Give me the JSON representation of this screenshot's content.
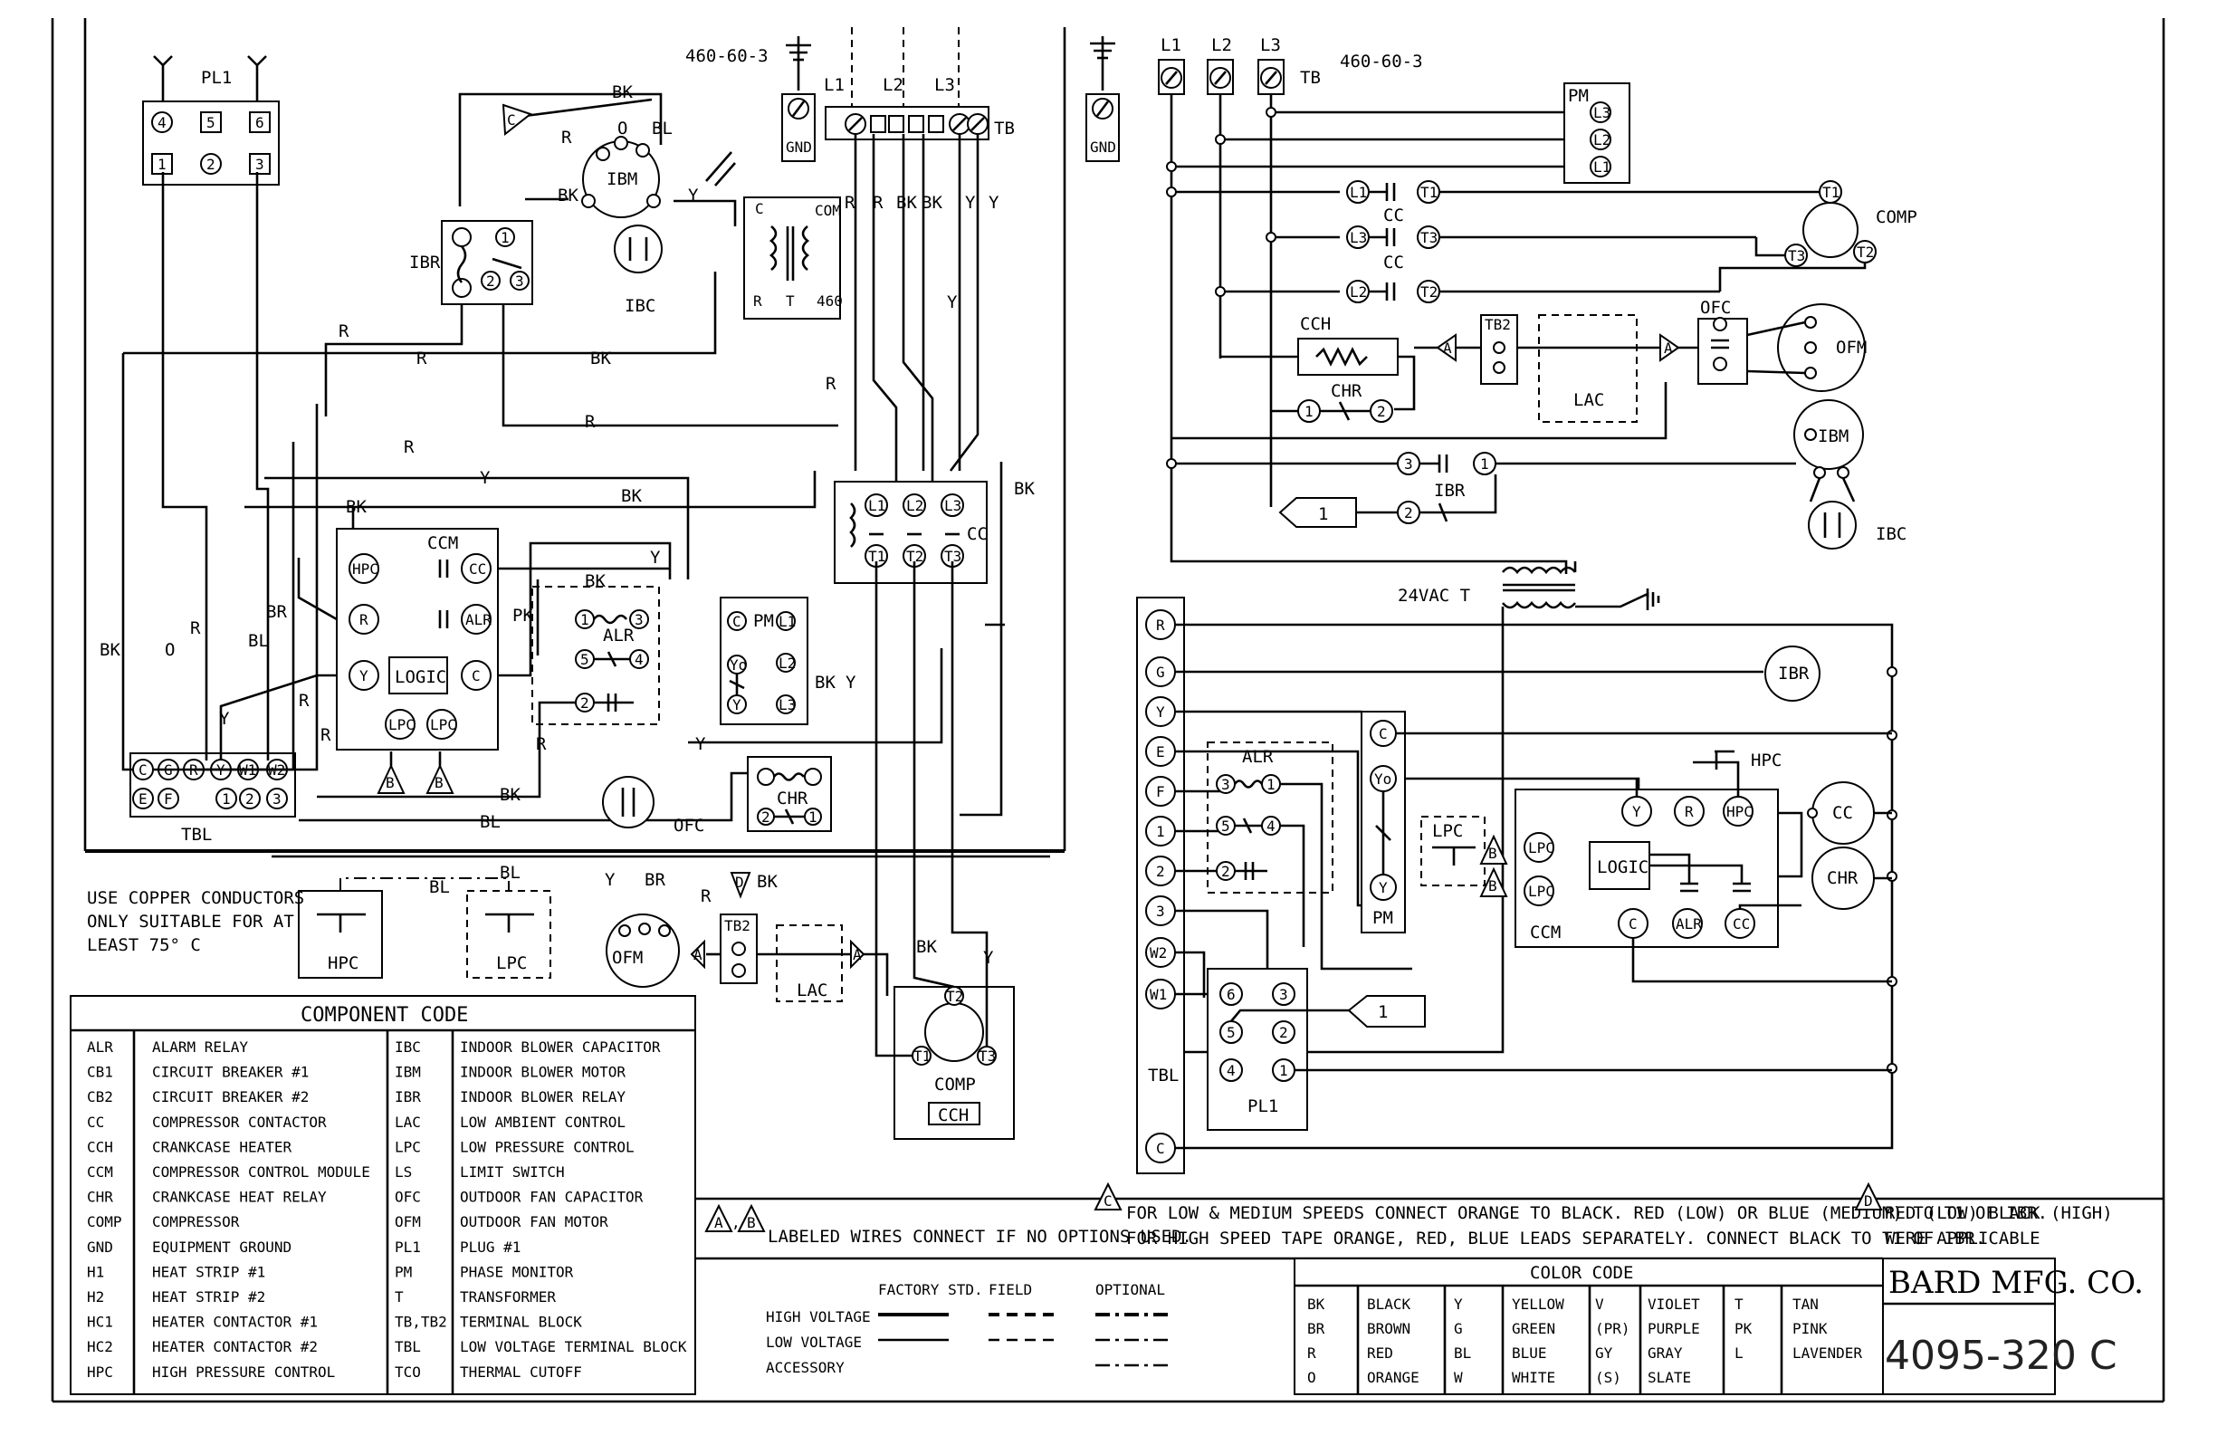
{
  "left": {
    "supply": "460-60-3",
    "terminal_block": "TB",
    "lines": [
      "L1",
      "L2",
      "L3"
    ],
    "ground": "GND",
    "plug": "PL1",
    "pl1_pins": [
      "4",
      "5",
      "6",
      "1",
      "2",
      "3"
    ],
    "ibm": "IBM",
    "ibc": "IBC",
    "ibr": "IBR",
    "transformer": {
      "com": "COM",
      "c": "C",
      "r": "R",
      "t": "T",
      "v": "460"
    },
    "ccm": "CCM",
    "logic": "LOGIC",
    "hpc": "HPC",
    "lpc": "LPC",
    "alr": "ALR",
    "pm": "PM",
    "cc": "CC",
    "chr": "CHR",
    "ofc": "OFC",
    "ofm": "OFM",
    "tb2": "TB2",
    "lac": "LAC",
    "comp": "COMP",
    "cch": "CCH",
    "tbl": "TBL",
    "tbl_top": [
      "C",
      "G",
      "R",
      "Y",
      "W1",
      "W2"
    ],
    "tbl_bot": [
      "E",
      "F",
      "1",
      "2",
      "3"
    ],
    "note": [
      "USE COPPER CONDUCTORS",
      "ONLY SUITABLE FOR AT",
      "LEAST 75° C"
    ],
    "wire_labels": {
      "bk": "BK",
      "o": "O",
      "bl": "BL",
      "r": "R",
      "y": "Y",
      "br": "BR",
      "pk": "PK"
    },
    "flags": {
      "a": "A",
      "b": "B",
      "c": "C",
      "d": "D"
    }
  },
  "right": {
    "supply": "460-60-3",
    "tb": "TB",
    "lines": [
      "L1",
      "L2",
      "L3"
    ],
    "ground": "GND",
    "pm": "PM",
    "comp": "COMP",
    "cc": "CC",
    "cch": "CCH",
    "chr": "CHR",
    "ofc": "OFC",
    "ofm": "OFM",
    "tb2": "TB2",
    "lac": "LAC",
    "ibm": "IBM",
    "ibc": "IBC",
    "ibr": "IBR",
    "transformer": "24VAC  T",
    "tbl_terms": [
      "R",
      "G",
      "Y",
      "E",
      "F",
      "1",
      "2",
      "3",
      "W2",
      "W1",
      "C"
    ],
    "tbl": "TBL",
    "pl1": "PL1",
    "pl1_pins": [
      "6",
      "3",
      "5",
      "2",
      "4",
      "1"
    ],
    "plug_ref": "1",
    "ccm": "CCM",
    "logic": "LOGIC",
    "hpc": "HPC",
    "lpc": "LPC",
    "alr": "ALR"
  },
  "component_code": {
    "title": "COMPONENT CODE",
    "rows": [
      [
        "ALR",
        "ALARM RELAY",
        "IBC",
        "INDOOR BLOWER CAPACITOR"
      ],
      [
        "CB1",
        "CIRCUIT BREAKER #1",
        "IBM",
        "INDOOR BLOWER MOTOR"
      ],
      [
        "CB2",
        "CIRCUIT BREAKER #2",
        "IBR",
        "INDOOR BLOWER RELAY"
      ],
      [
        "CC",
        "COMPRESSOR CONTACTOR",
        "LAC",
        "LOW AMBIENT CONTROL"
      ],
      [
        "CCH",
        "CRANKCASE HEATER",
        "LPC",
        "LOW PRESSURE CONTROL"
      ],
      [
        "CCM",
        "COMPRESSOR CONTROL MODULE",
        "LS",
        "LIMIT SWITCH"
      ],
      [
        "CHR",
        "CRANKCASE HEAT RELAY",
        "OFC",
        "OUTDOOR FAN CAPACITOR"
      ],
      [
        "COMP",
        "COMPRESSOR",
        "OFM",
        "OUTDOOR FAN MOTOR"
      ],
      [
        "GND",
        "EQUIPMENT GROUND",
        "PL1",
        "PLUG #1"
      ],
      [
        "H1",
        "HEAT STRIP #1",
        "PM",
        "PHASE MONITOR"
      ],
      [
        "H2",
        "HEAT STRIP #2",
        "T",
        "TRANSFORMER"
      ],
      [
        "HC1",
        "HEATER CONTACTOR #1",
        "TB,TB2",
        "TERMINAL BLOCK"
      ],
      [
        "HC2",
        "HEATER CONTACTOR #2",
        "TBL",
        "LOW VOLTAGE TERMINAL BLOCK"
      ],
      [
        "HPC",
        "HIGH PRESSURE CONTROL",
        "TCO",
        "THERMAL CUTOFF"
      ]
    ]
  },
  "notes": {
    "ab": "LABELED WIRES CONNECT IF NO OPTIONS USED.",
    "c1": "FOR LOW & MEDIUM SPEEDS CONNECT ORANGE TO BLACK. RED (LOW) OR BLUE (MEDIUM) TO T1 OF IBR.",
    "c2": "FOR HIGH SPEED TAPE ORANGE, RED, BLUE LEADS SEPARATELY. CONNECT BLACK TO T1 OF IBR.",
    "d1": "RED (LOW) BLACK (HIGH)",
    "d2": "WERE APPLICABLE"
  },
  "legend": {
    "headers": [
      "FACTORY STD.",
      "FIELD",
      "OPTIONAL"
    ],
    "rows": [
      "HIGH VOLTAGE",
      "LOW VOLTAGE",
      "ACCESSORY"
    ]
  },
  "color_code": {
    "title": "COLOR CODE",
    "cols": [
      [
        "BK",
        "BR",
        "R",
        "O"
      ],
      [
        "BLACK",
        "BROWN",
        "RED",
        "ORANGE"
      ],
      [
        "Y",
        "G",
        "BL",
        "W"
      ],
      [
        "YELLOW",
        "GREEN",
        "BLUE",
        "WHITE"
      ],
      [
        "V",
        "(PR)",
        "GY",
        "(S)"
      ],
      [
        "VIOLET",
        "PURPLE",
        "GRAY",
        "SLATE"
      ],
      [
        "T",
        "PK",
        "L",
        ""
      ],
      [
        "TAN",
        "PINK",
        "LAVENDER",
        ""
      ]
    ]
  },
  "title_block": {
    "company": "BARD MFG. CO.",
    "drawing": "4095-320 C"
  }
}
